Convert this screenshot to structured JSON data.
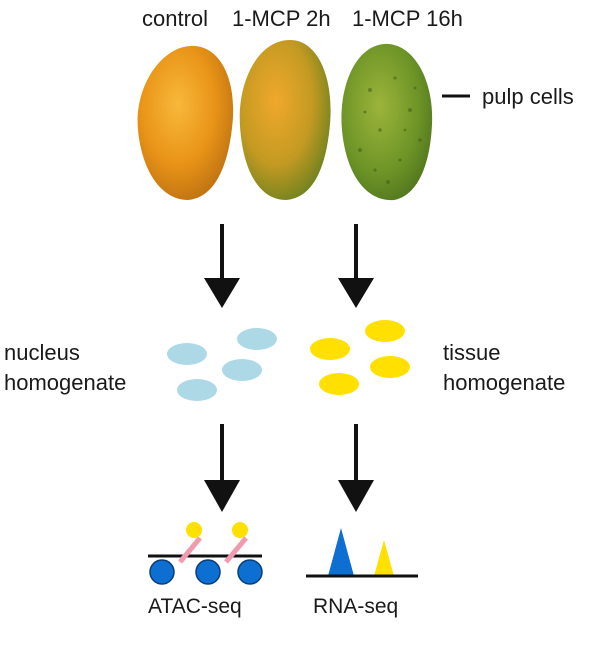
{
  "header": {
    "control": "control",
    "mcp_2h": "1-MCP 2h",
    "mcp_16h": "1-MCP 16h"
  },
  "pulp_label": "pulp cells",
  "left_branch": {
    "line1": "nucleus",
    "line2": "homogenate",
    "method": "ATAC-seq"
  },
  "right_branch": {
    "line1": "tissue",
    "line2": "homogenate",
    "method": "RNA-seq"
  },
  "colors": {
    "fruit_control": "#e9951a",
    "fruit_2h": "#b8a226",
    "fruit_16h": "#6f9a2a",
    "nucleus_oval": "#add8e6",
    "tissue_oval": "#ffe000",
    "nucleosome": "#0d6fd1",
    "linker": "#f09bb0",
    "peak_blue": "#0d6fd1",
    "peak_yellow": "#ffe000",
    "arrow": "#111111"
  }
}
